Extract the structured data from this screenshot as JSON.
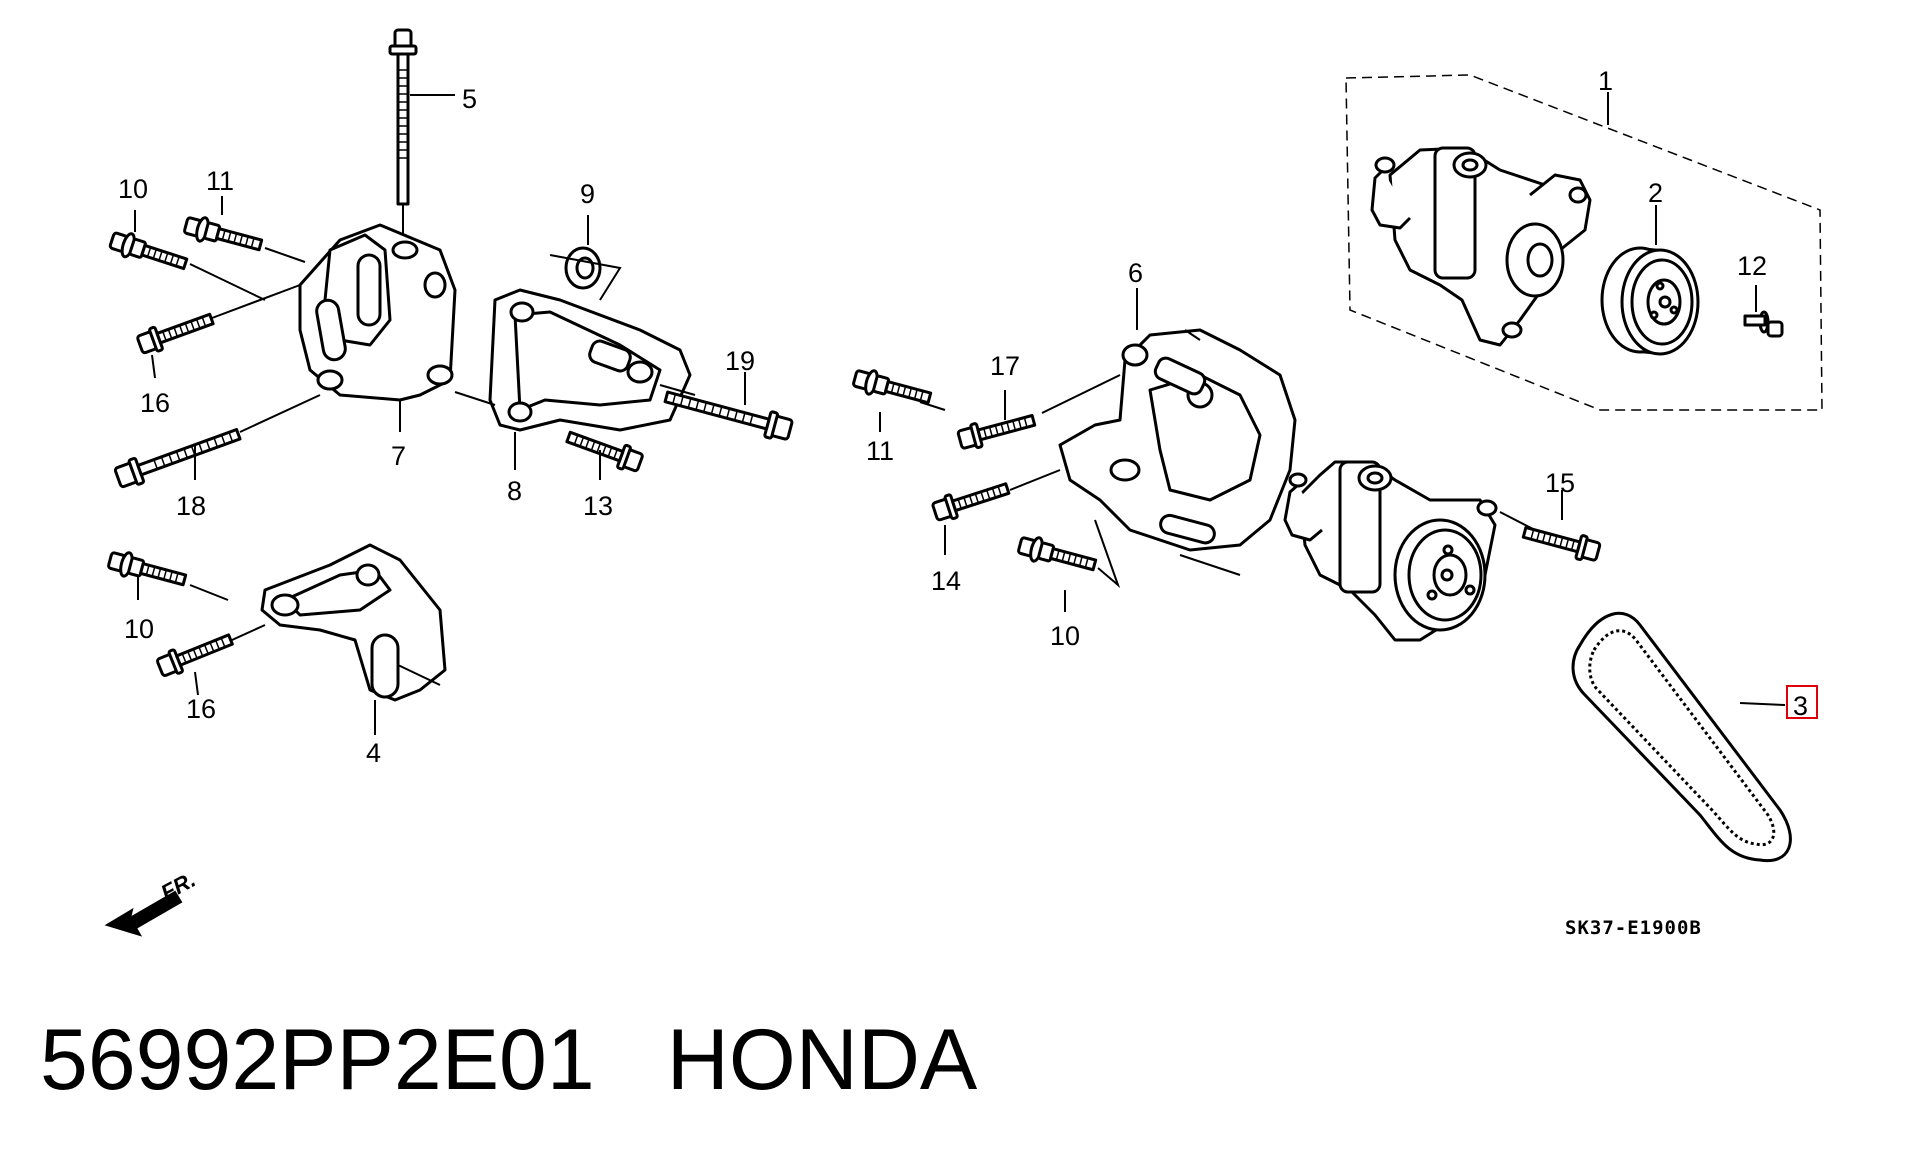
{
  "callouts": {
    "c1": "1",
    "c2": "2",
    "c3": "3",
    "c4": "4",
    "c5": "5",
    "c6": "6",
    "c7": "7",
    "c8": "8",
    "c9": "9",
    "c10a": "10",
    "c10b": "10",
    "c10c": "10",
    "c11a": "11",
    "c11b": "11",
    "c12": "12",
    "c13": "13",
    "c14": "14",
    "c15": "15",
    "c16a": "16",
    "c16b": "16",
    "c17": "17",
    "c18": "18",
    "c19": "19"
  },
  "front_label": "FR.",
  "ref_code": "SK37-E1900B",
  "caption": {
    "part_number": "56992PP2E01",
    "brand": "HONDA"
  },
  "highlight_color": "#e0000a"
}
